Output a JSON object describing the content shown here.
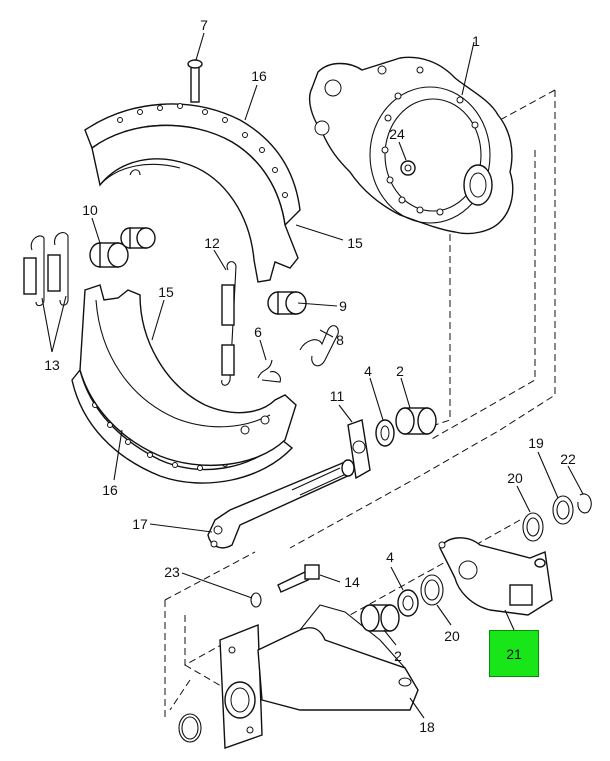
{
  "callouts": [
    {
      "id": "c7",
      "text": "7"
    },
    {
      "id": "c16a",
      "text": "16"
    },
    {
      "id": "c1",
      "text": "1"
    },
    {
      "id": "c24",
      "text": "24"
    },
    {
      "id": "c10",
      "text": "10"
    },
    {
      "id": "c12",
      "text": "12"
    },
    {
      "id": "c15a",
      "text": "15"
    },
    {
      "id": "c15b",
      "text": "15"
    },
    {
      "id": "c9",
      "text": "9"
    },
    {
      "id": "c13",
      "text": "13"
    },
    {
      "id": "c6",
      "text": "6"
    },
    {
      "id": "c8",
      "text": "8"
    },
    {
      "id": "c4a",
      "text": "4"
    },
    {
      "id": "c2a",
      "text": "2"
    },
    {
      "id": "c11",
      "text": "11"
    },
    {
      "id": "c16b",
      "text": "16"
    },
    {
      "id": "c19",
      "text": "19"
    },
    {
      "id": "c22",
      "text": "22"
    },
    {
      "id": "c20a",
      "text": "20"
    },
    {
      "id": "c17",
      "text": "17"
    },
    {
      "id": "c23",
      "text": "23"
    },
    {
      "id": "c14",
      "text": "14"
    },
    {
      "id": "c4b",
      "text": "4"
    },
    {
      "id": "c20b",
      "text": "20"
    },
    {
      "id": "c2b",
      "text": "2"
    },
    {
      "id": "c18",
      "text": "18"
    }
  ],
  "highlight": {
    "text": "21",
    "color": "#19e619"
  }
}
